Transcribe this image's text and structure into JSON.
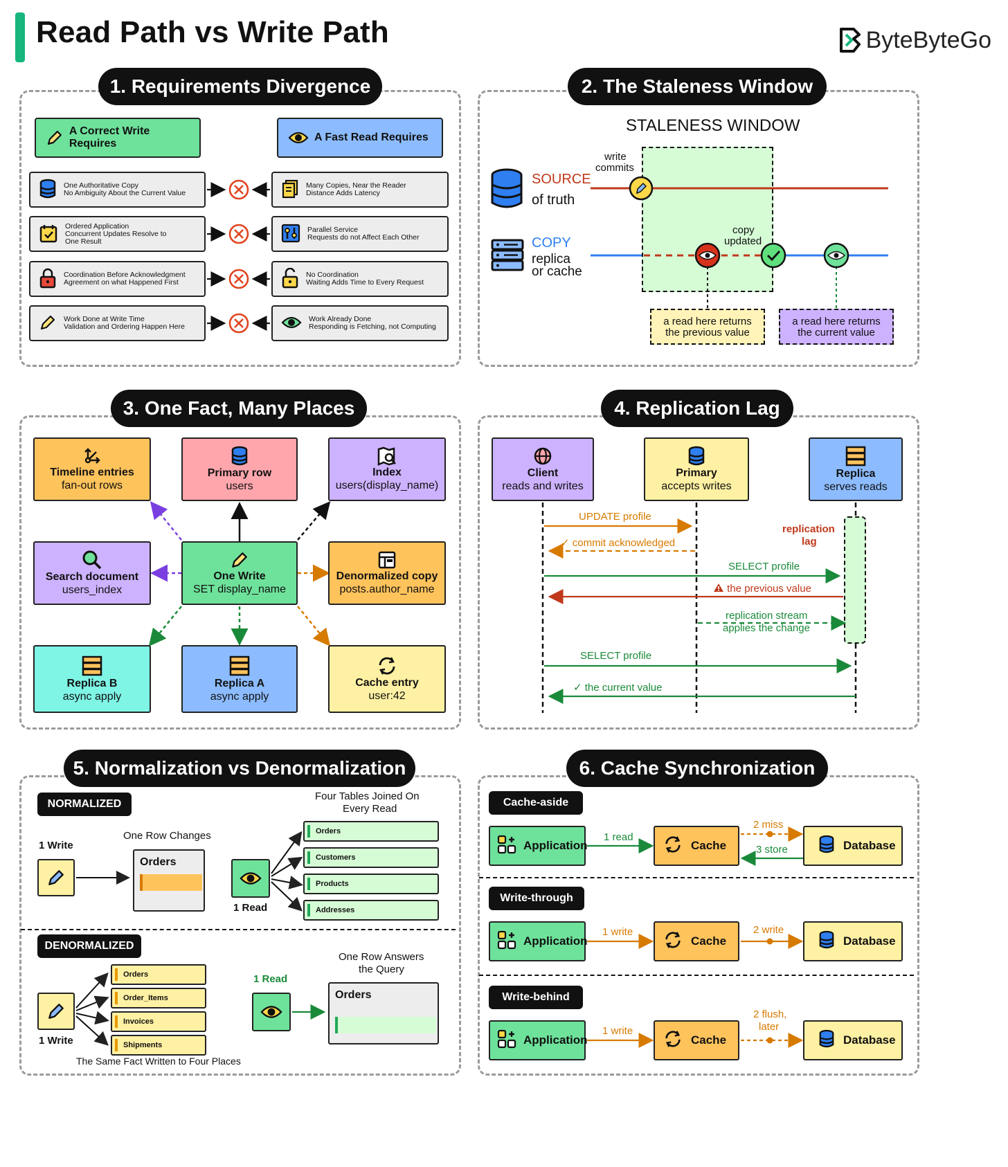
{
  "header": {
    "title": "Read Path vs Write Path",
    "brand": "ByteByteGo"
  },
  "s1": {
    "title": "1. Requirements Divergence",
    "write_header": "A Correct Write Requires",
    "read_header": "A Fast Read Requires",
    "rows": [
      {
        "left": [
          "One Authoritative Copy",
          "No Ambiguity About the Current Value"
        ],
        "right": [
          "Many Copies, Near the Reader",
          "Distance Adds Latency"
        ]
      },
      {
        "left": [
          "Ordered Application",
          "Concurrent Updates Resolve to",
          "One Result"
        ],
        "right": [
          "Parallel Service",
          "Requests do not Affect Each Other"
        ]
      },
      {
        "left": [
          "Coordination Before Acknowledgment",
          "Agreement on what Happened First"
        ],
        "right": [
          "No Coordination",
          "Waiting Adds Time to Every Request"
        ]
      },
      {
        "left": [
          "Work Done at Write Time",
          "Validation and Ordering Happen Here"
        ],
        "right": [
          "Work Already Done",
          "Responding is Fetching, not Computing"
        ]
      }
    ]
  },
  "s2": {
    "title": "2. The Staleness Window",
    "window_title": "STALENESS WINDOW",
    "source": "SOURCE",
    "source_sub": "of truth",
    "copy": "COPY",
    "copy_sub1": "replica",
    "copy_sub2": "or cache",
    "write_commits": [
      "write",
      "commits"
    ],
    "copy_updated": [
      "copy",
      "updated"
    ],
    "note_prev": [
      "a read here returns",
      "the previous value"
    ],
    "note_cur": [
      "a read here returns",
      "the current value"
    ]
  },
  "s3": {
    "title": "3. One Fact, Many Places",
    "timeline": [
      "Timeline entries",
      "fan-out rows"
    ],
    "primary": [
      "Primary row",
      "users"
    ],
    "index": [
      "Index",
      "users(display_name)"
    ],
    "search": [
      "Search document",
      "users_index"
    ],
    "center": [
      "One Write",
      "SET display_name"
    ],
    "denorm": [
      "Denormalized copy",
      "posts.author_name"
    ],
    "replica_b": [
      "Replica B",
      "async apply"
    ],
    "replica_a": [
      "Replica A",
      "async apply"
    ],
    "cache": [
      "Cache entry",
      "user:42"
    ]
  },
  "s4": {
    "title": "4. Replication Lag",
    "client": [
      "Client",
      "reads and writes"
    ],
    "primary": [
      "Primary",
      "accepts writes"
    ],
    "replica": [
      "Replica",
      "serves reads"
    ],
    "lag": [
      "replication",
      "lag"
    ],
    "m1": "UPDATE profile",
    "m2": "✓ commit acknowledged",
    "m3": "SELECT profile",
    "m4": "the previous value",
    "m5": [
      "replication stream",
      "applies the change"
    ],
    "m6": "SELECT profile",
    "m7": "✓ the current value"
  },
  "s5": {
    "title": "5. Normalization vs Denormalization",
    "normalized": "NORMALIZED",
    "denormalized": "DENORMALIZED",
    "one_write": "1 Write",
    "one_row_changes": "One Row Changes",
    "orders": "Orders",
    "four_tables": [
      "Four Tables Joined On",
      "Every Read"
    ],
    "one_read": "1 Read",
    "norm_tables": [
      "Orders",
      "Customers",
      "Products",
      "Addresses"
    ],
    "denorm_tables": [
      "Orders",
      "Order_Items",
      "Invoices",
      "Shipments"
    ],
    "one_write_d": "1 Write",
    "same_fact": "The Same Fact Written to Four Places",
    "one_read_d": "1 Read",
    "one_row_answers": [
      "One Row Answers",
      "the Query"
    ],
    "orders_d": "Orders"
  },
  "s6": {
    "title": "6. Cache Synchronization",
    "patterns": [
      {
        "name": "Cache-aside",
        "app": "Application",
        "cache": "Cache",
        "db": "Database",
        "l1": "1 read",
        "l2": "2 miss",
        "l3": "3 store"
      },
      {
        "name": "Write-through",
        "app": "Application",
        "cache": "Cache",
        "db": "Database",
        "l1": "1 write",
        "l2": "2 write"
      },
      {
        "name": "Write-behind",
        "app": "Application",
        "cache": "Cache",
        "db": "Database",
        "l1": "1 write",
        "l2": [
          "2 flush,",
          "later"
        ]
      }
    ]
  },
  "colors": {
    "green": "#6ee29b",
    "blue": "#8cbcff",
    "orange": "#ffc35c",
    "pink": "#ffa6ad",
    "purple": "#cdb2ff",
    "cyan": "#7ff5e6",
    "yellow": "#fff1a3",
    "accent": "#17b67f"
  }
}
